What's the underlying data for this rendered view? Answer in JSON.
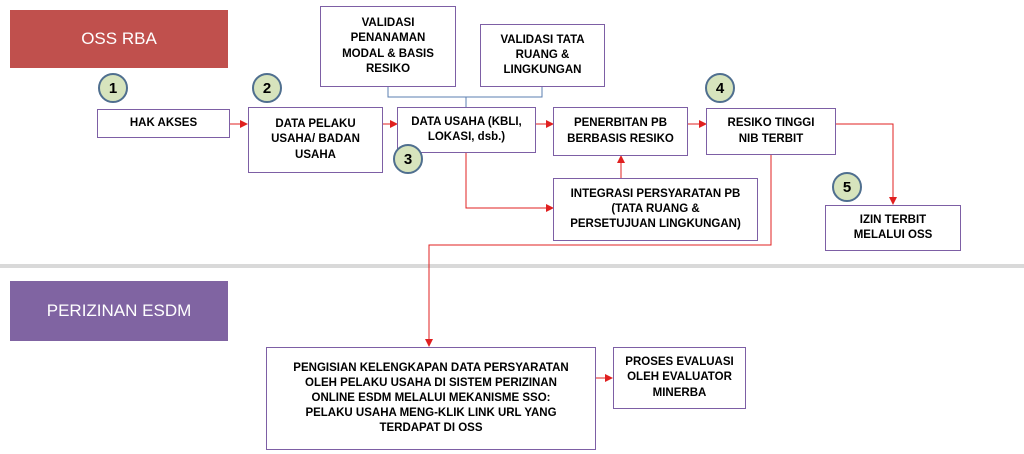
{
  "headers": {
    "oss": "OSS RBA",
    "esdm": "PERIZINAN ESDM"
  },
  "boxes": {
    "hak_akses": "HAK AKSES",
    "data_pelaku": "DATA PELAKU\nUSAHA/ BADAN\nUSAHA",
    "validasi_modal": "VALIDASI\nPENANAMAN\nMODAL & BASIS\nRESIKO",
    "validasi_tata": "VALIDASI TATA\nRUANG &\nLINGKUNGAN",
    "data_usaha": "DATA USAHA (KBLI,\nLOKASI, dsb.)",
    "penerbitan": "PENERBITAN PB\nBERBASIS RESIKO",
    "integrasi": "INTEGRASI PERSYARATAN PB\n(TATA RUANG &\nPERSETUJUAN LINGKUNGAN)",
    "resiko_tinggi": "RESIKO TINGGI\nNIB TERBIT",
    "izin_terbit": "IZIN TERBIT\nMELALUI OSS",
    "pengisian": "PENGISIAN KELENGKAPAN DATA PERSYARATAN\nOLEH PELAKU USAHA DI SISTEM PERIZINAN\nONLINE ESDM MELALUI MEKANISME SSO:\nPELAKU USAHA MENG-KLIK LINK URL YANG\nTERDAPAT DI OSS",
    "proses_evaluasi": "PROSES EVALUASI\nOLEH EVALUATOR\nMINERBA"
  },
  "steps": [
    "1",
    "2",
    "3",
    "4",
    "5"
  ],
  "colors": {
    "oss_banner": "#c0504d",
    "esdm_banner": "#8064a2",
    "box_border": "#7d5fa5",
    "arrow": "#e02020",
    "connector": "#5b7fb0",
    "step_fill": "#d7e4bd",
    "step_border": "#4f6f8f"
  }
}
